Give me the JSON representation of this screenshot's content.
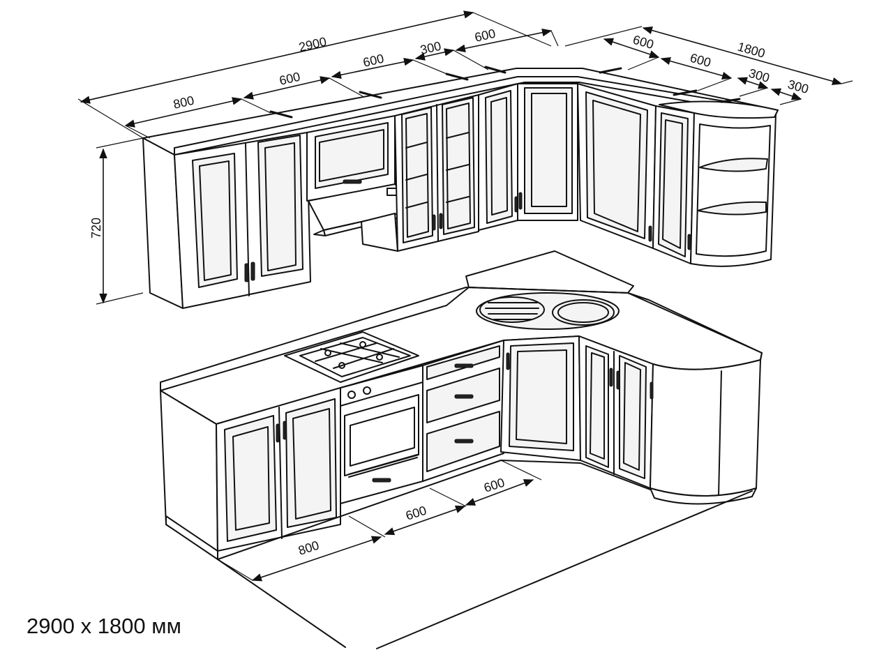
{
  "caption": "2900 х 1800 мм",
  "dimensions": {
    "upper_back_total": "2900",
    "upper_back_segments": [
      "800",
      "600",
      "600",
      "300",
      "600"
    ],
    "upper_side_total": "1800",
    "upper_side_segments": [
      "600",
      "600",
      "300",
      "300"
    ],
    "upper_height": "720",
    "lower_front_segments": [
      "800",
      "600",
      "600"
    ]
  },
  "colors": {
    "line": "#111111",
    "background": "#ffffff"
  }
}
